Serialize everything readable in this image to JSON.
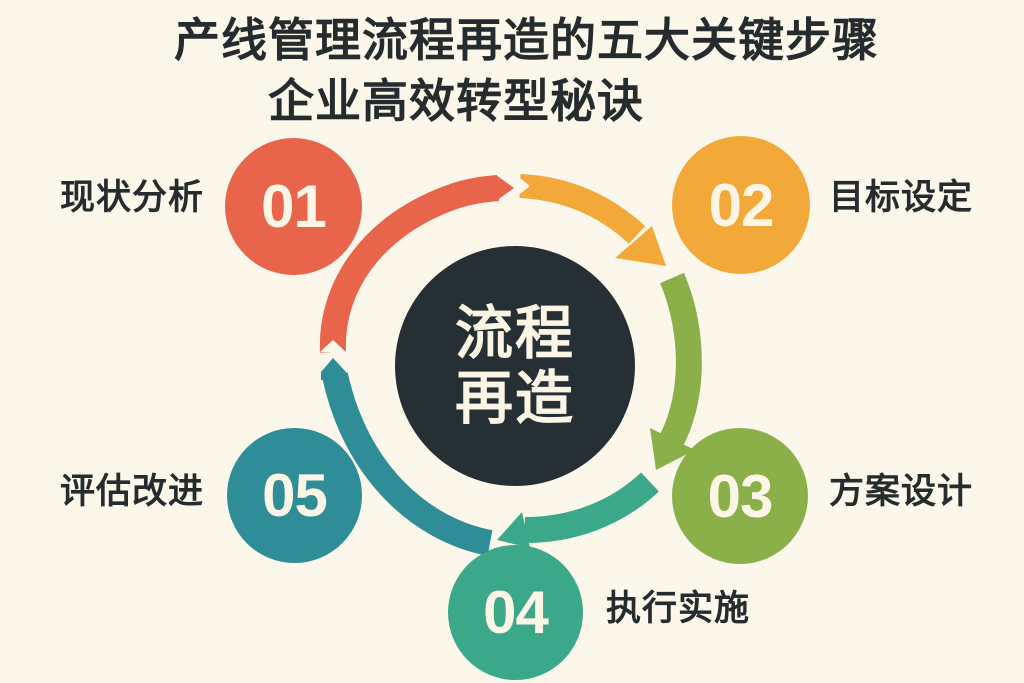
{
  "title": {
    "line1": "产线管理流程再造的五大关键步骤",
    "line2": "企业高效转型秘诀"
  },
  "center": {
    "line1": "流程",
    "line2": "再造"
  },
  "steps": [
    {
      "number": "01",
      "label": "现状分析",
      "color": "#e8644b"
    },
    {
      "number": "02",
      "label": "目标设定",
      "color": "#f3a93a"
    },
    {
      "number": "03",
      "label": "方案设计",
      "color": "#8bb04a"
    },
    {
      "number": "04",
      "label": "执行实施",
      "color": "#3ba88a"
    },
    {
      "number": "05",
      "label": "评估改进",
      "color": "#2e8d96"
    }
  ],
  "colors": {
    "background": "#fbf7ea",
    "text": "#262b2e",
    "center": "#262f33"
  }
}
